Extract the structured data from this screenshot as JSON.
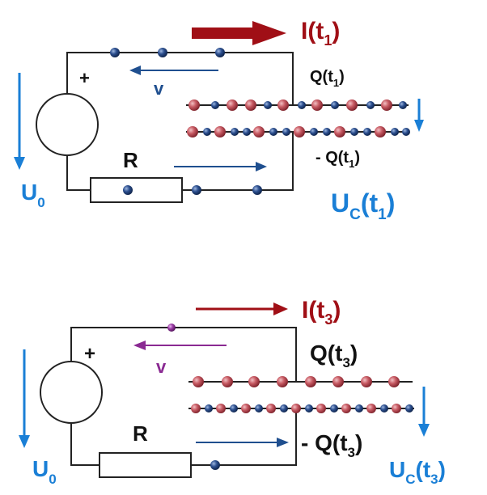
{
  "colors": {
    "wire": "#222222",
    "blue_label": "#1a7fd6",
    "dark_red_arrow": "#a00f16",
    "velocity_dark_blue": "#1f4f8f",
    "velocity_purple": "#8a2a92",
    "plate_red": "#c0505a",
    "plate_blue": "#1c3f7a"
  },
  "top_circuit": {
    "current": {
      "main": "I(t",
      "sub": "1",
      "close": ")"
    },
    "velocity_label": "v",
    "plus_sign": "+",
    "resistor_label": "R",
    "source_voltage": {
      "main": "U",
      "sub": "0"
    },
    "charge_positive": {
      "main": "Q(t",
      "sub": "1",
      "close": ")"
    },
    "charge_negative": {
      "main": "- Q(t",
      "sub": "1",
      "close": ")"
    },
    "capacitor_voltage": {
      "main": "U",
      "sub1": "C",
      "mid": "(t",
      "sub2": "1",
      "close": ")"
    }
  },
  "bottom_circuit": {
    "current": {
      "main": "I(t",
      "sub": "3",
      "close": ")"
    },
    "velocity_label": "v",
    "plus_sign": "+",
    "resistor_label": "R",
    "source_voltage": {
      "main": "U",
      "sub": "0"
    },
    "charge_positive": {
      "main": "Q(t",
      "sub": "3",
      "close": ")"
    },
    "charge_negative": {
      "main": "- Q(t",
      "sub": "3",
      "close": ")"
    },
    "capacitor_voltage": {
      "main": "U",
      "sub1": "C",
      "mid": "(t",
      "sub2": "3",
      "close": ")"
    }
  }
}
